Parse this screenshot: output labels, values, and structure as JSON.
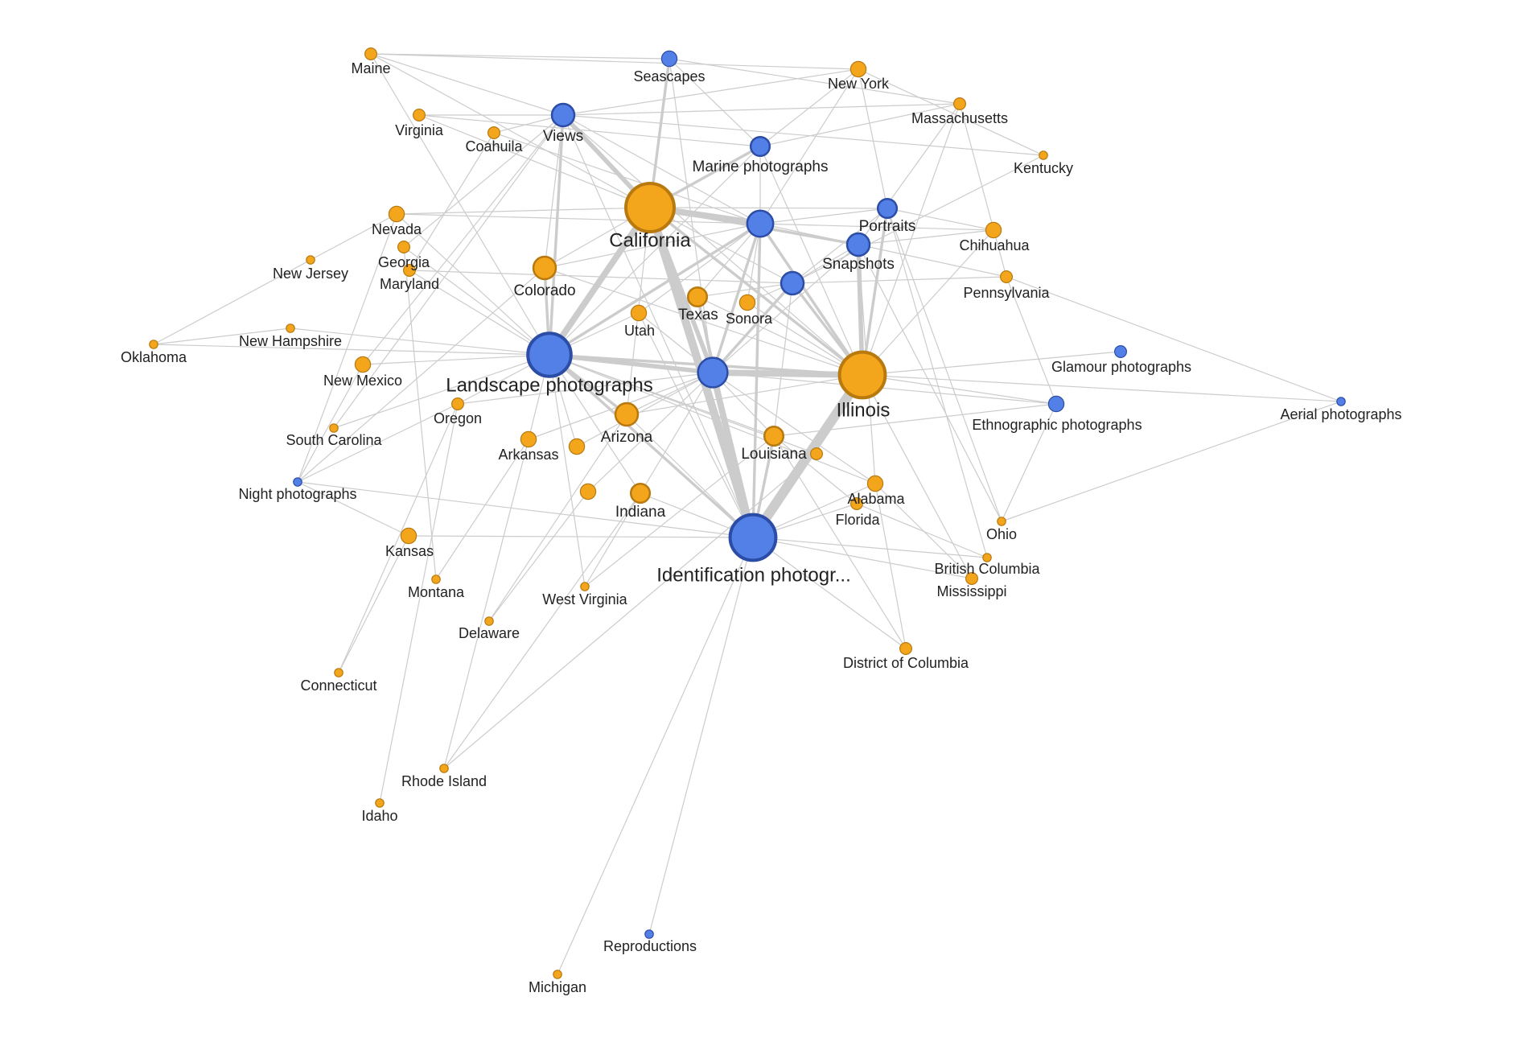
{
  "colors": {
    "place_fill": "#f3a61c",
    "place_stroke": "#b8790f",
    "genre_fill": "#5280e6",
    "genre_stroke": "#2c4da6",
    "edge": "#cccccc",
    "label": "#222222"
  },
  "nodes": [
    {
      "id": "california",
      "label": "California",
      "kind": "place",
      "weight": 10
    },
    {
      "id": "illinois",
      "label": "Illinois",
      "kind": "place",
      "weight": 9
    },
    {
      "id": "identification",
      "label": "Identification photogr...",
      "kind": "genre",
      "weight": 9
    },
    {
      "id": "landscape",
      "label": "Landscape photographs",
      "kind": "genre",
      "weight": 8
    },
    {
      "id": "hub-center",
      "label": "",
      "kind": "genre",
      "weight": 7
    },
    {
      "id": "hub-top",
      "label": "",
      "kind": "genre",
      "weight": 6
    },
    {
      "id": "hub-right",
      "label": "",
      "kind": "genre",
      "weight": 5
    },
    {
      "id": "views",
      "label": "Views",
      "kind": "genre",
      "weight": 5
    },
    {
      "id": "marine",
      "label": "Marine photographs",
      "kind": "genre",
      "weight": 4
    },
    {
      "id": "portraits",
      "label": "Portraits",
      "kind": "genre",
      "weight": 4
    },
    {
      "id": "snapshots",
      "label": "Snapshots",
      "kind": "genre",
      "weight": 5
    },
    {
      "id": "seascapes",
      "label": "Seascapes",
      "kind": "genre",
      "weight": 3
    },
    {
      "id": "glamour",
      "label": "Glamour photographs",
      "kind": "genre",
      "weight": 2
    },
    {
      "id": "ethnographic",
      "label": "Ethnographic photographs",
      "kind": "genre",
      "weight": 3
    },
    {
      "id": "aerial",
      "label": "Aerial photographs",
      "kind": "genre",
      "weight": 1
    },
    {
      "id": "night",
      "label": "Night photographs",
      "kind": "genre",
      "weight": 1
    },
    {
      "id": "reproductions",
      "label": "Reproductions",
      "kind": "genre",
      "weight": 1
    },
    {
      "id": "colorado",
      "label": "Colorado",
      "kind": "place",
      "weight": 5
    },
    {
      "id": "arizona",
      "label": "Arizona",
      "kind": "place",
      "weight": 5
    },
    {
      "id": "louisiana",
      "label": "Louisiana",
      "kind": "place",
      "weight": 4
    },
    {
      "id": "indiana",
      "label": "Indiana",
      "kind": "place",
      "weight": 4
    },
    {
      "id": "texas",
      "label": "Texas",
      "kind": "place",
      "weight": 4
    },
    {
      "id": "utah",
      "label": "Utah",
      "kind": "place",
      "weight": 3
    },
    {
      "id": "sonora",
      "label": "Sonora",
      "kind": "place",
      "weight": 3
    },
    {
      "id": "unlabeled-a",
      "label": "",
      "kind": "place",
      "weight": 3
    },
    {
      "id": "unlabeled-b",
      "label": "",
      "kind": "place",
      "weight": 3
    },
    {
      "id": "unlabeled-c",
      "label": "",
      "kind": "place",
      "weight": 2
    },
    {
      "id": "chihuahua",
      "label": "Chihuahua",
      "kind": "place",
      "weight": 3
    },
    {
      "id": "alabama",
      "label": "Alabama",
      "kind": "place",
      "weight": 3
    },
    {
      "id": "arkansas",
      "label": "Arkansas",
      "kind": "place",
      "weight": 3
    },
    {
      "id": "new-york",
      "label": "New York",
      "kind": "place",
      "weight": 3
    },
    {
      "id": "nevada",
      "label": "Nevada",
      "kind": "place",
      "weight": 3
    },
    {
      "id": "new-mexico",
      "label": "New Mexico",
      "kind": "place",
      "weight": 3
    },
    {
      "id": "kansas",
      "label": "Kansas",
      "kind": "place",
      "weight": 3
    },
    {
      "id": "florida",
      "label": "Florida",
      "kind": "place",
      "weight": 2
    },
    {
      "id": "oregon",
      "label": "Oregon",
      "kind": "place",
      "weight": 2
    },
    {
      "id": "georgia",
      "label": "Georgia",
      "kind": "place",
      "weight": 2
    },
    {
      "id": "maine",
      "label": "Maine",
      "kind": "place",
      "weight": 2
    },
    {
      "id": "virginia",
      "label": "Virginia",
      "kind": "place",
      "weight": 2
    },
    {
      "id": "coahuila",
      "label": "Coahuila",
      "kind": "place",
      "weight": 2
    },
    {
      "id": "massachusetts",
      "label": "Massachusetts",
      "kind": "place",
      "weight": 2
    },
    {
      "id": "pennsylvania",
      "label": "Pennsylvania",
      "kind": "place",
      "weight": 2
    },
    {
      "id": "maryland",
      "label": "Maryland",
      "kind": "place",
      "weight": 2
    },
    {
      "id": "mississippi",
      "label": "Mississippi",
      "kind": "place",
      "weight": 2
    },
    {
      "id": "district-of-columbia",
      "label": "District of Columbia",
      "kind": "place",
      "weight": 2
    },
    {
      "id": "ohio",
      "label": "Ohio",
      "kind": "place",
      "weight": 1
    },
    {
      "id": "kentucky",
      "label": "Kentucky",
      "kind": "place",
      "weight": 1
    },
    {
      "id": "west-virginia",
      "label": "West Virginia",
      "kind": "place",
      "weight": 1
    },
    {
      "id": "oklahoma",
      "label": "Oklahoma",
      "kind": "place",
      "weight": 1
    },
    {
      "id": "new-jersey",
      "label": "New Jersey",
      "kind": "place",
      "weight": 1
    },
    {
      "id": "new-hampshire",
      "label": "New Hampshire",
      "kind": "place",
      "weight": 1
    },
    {
      "id": "south-carolina",
      "label": "South Carolina",
      "kind": "place",
      "weight": 1
    },
    {
      "id": "british-columbia",
      "label": "British Columbia",
      "kind": "place",
      "weight": 1
    },
    {
      "id": "montana",
      "label": "Montana",
      "kind": "place",
      "weight": 1
    },
    {
      "id": "delaware",
      "label": "Delaware",
      "kind": "place",
      "weight": 1
    },
    {
      "id": "connecticut",
      "label": "Connecticut",
      "kind": "place",
      "weight": 1
    },
    {
      "id": "rhode-island",
      "label": "Rhode Island",
      "kind": "place",
      "weight": 1
    },
    {
      "id": "idaho",
      "label": "Idaho",
      "kind": "place",
      "weight": 1
    },
    {
      "id": "michigan",
      "label": "Michigan",
      "kind": "place",
      "weight": 1
    }
  ],
  "edges": [
    [
      "california",
      "identification",
      5
    ],
    [
      "california",
      "landscape",
      4
    ],
    [
      "california",
      "hub-top",
      4
    ],
    [
      "california",
      "hub-center",
      3
    ],
    [
      "california",
      "views",
      3
    ],
    [
      "california",
      "illinois",
      2
    ],
    [
      "california",
      "marine",
      2
    ],
    [
      "california",
      "seascapes",
      2
    ],
    [
      "california",
      "snapshots",
      2
    ],
    [
      "california",
      "portraits",
      1
    ],
    [
      "california",
      "colorado",
      1
    ],
    [
      "california",
      "hub-right",
      1
    ],
    [
      "california",
      "nevada",
      1
    ],
    [
      "california",
      "maine",
      1
    ],
    [
      "california",
      "virginia",
      1
    ],
    [
      "california",
      "arizona",
      1
    ],
    [
      "illinois",
      "identification",
      6
    ],
    [
      "illinois",
      "hub-center",
      4
    ],
    [
      "illinois",
      "landscape",
      2
    ],
    [
      "illinois",
      "hub-top",
      2
    ],
    [
      "illinois",
      "snapshots",
      3
    ],
    [
      "illinois",
      "hub-right",
      2
    ],
    [
      "illinois",
      "portraits",
      2
    ],
    [
      "illinois",
      "marine",
      1
    ],
    [
      "illinois",
      "glamour",
      1
    ],
    [
      "illinois",
      "ethnographic",
      1
    ],
    [
      "illinois",
      "views",
      1
    ],
    [
      "illinois",
      "massachusetts",
      1
    ],
    [
      "identification",
      "hub-center",
      4
    ],
    [
      "identification",
      "landscape",
      2
    ],
    [
      "identification",
      "hub-top",
      2
    ],
    [
      "identification",
      "louisiana",
      2
    ],
    [
      "identification",
      "indiana",
      1
    ],
    [
      "identification",
      "arizona",
      1
    ],
    [
      "identification",
      "texas",
      2
    ],
    [
      "identification",
      "alabama",
      1
    ],
    [
      "identification",
      "florida",
      1
    ],
    [
      "identification",
      "british-columbia",
      1
    ],
    [
      "identification",
      "mississippi",
      1
    ],
    [
      "identification",
      "michigan",
      1
    ],
    [
      "identification",
      "reproductions",
      1
    ],
    [
      "identification",
      "kansas",
      1
    ],
    [
      "identification",
      "night",
      1
    ],
    [
      "identification",
      "district-of-columbia",
      1
    ],
    [
      "identification",
      "views",
      1
    ],
    [
      "landscape",
      "hub-center",
      3
    ],
    [
      "landscape",
      "views",
      2
    ],
    [
      "landscape",
      "colorado",
      2
    ],
    [
      "landscape",
      "arizona",
      2
    ],
    [
      "landscape",
      "hub-top",
      2
    ],
    [
      "landscape",
      "utah",
      1
    ],
    [
      "landscape",
      "oregon",
      1
    ],
    [
      "landscape",
      "new-mexico",
      1
    ],
    [
      "landscape",
      "nevada",
      1
    ],
    [
      "landscape",
      "maine",
      1
    ],
    [
      "landscape",
      "arkansas",
      1
    ],
    [
      "landscape",
      "new-hampshire",
      1
    ],
    [
      "landscape",
      "south-carolina",
      1
    ],
    [
      "landscape",
      "marine",
      1
    ],
    [
      "landscape",
      "georgia",
      1
    ],
    [
      "landscape",
      "maryland",
      1
    ],
    [
      "hub-center",
      "hub-top",
      2
    ],
    [
      "hub-center",
      "hub-right",
      2
    ],
    [
      "hub-center",
      "snapshots",
      1
    ],
    [
      "hub-center",
      "texas",
      1
    ],
    [
      "hub-center",
      "louisiana",
      1
    ],
    [
      "hub-center",
      "arizona",
      1
    ],
    [
      "hub-center",
      "indiana",
      1
    ],
    [
      "hub-center",
      "unlabeled-a",
      1
    ],
    [
      "hub-center",
      "unlabeled-b",
      1
    ],
    [
      "hub-center",
      "alabama",
      1
    ],
    [
      "hub-center",
      "ethnographic",
      1
    ],
    [
      "hub-center",
      "seascapes",
      1
    ],
    [
      "hub-top",
      "views",
      1
    ],
    [
      "hub-top",
      "marine",
      1
    ],
    [
      "hub-top",
      "portraits",
      1
    ],
    [
      "hub-top",
      "snapshots",
      1
    ],
    [
      "hub-top",
      "colorado",
      1
    ],
    [
      "hub-top",
      "new-york",
      1
    ],
    [
      "hub-top",
      "texas",
      1
    ],
    [
      "hub-top",
      "sonora",
      1
    ],
    [
      "hub-top",
      "utah",
      1
    ],
    [
      "hub-top",
      "chihuahua",
      1
    ],
    [
      "hub-right",
      "snapshots",
      1
    ],
    [
      "hub-right",
      "portraits",
      1
    ],
    [
      "hub-right",
      "texas",
      1
    ],
    [
      "hub-right",
      "sonora",
      1
    ],
    [
      "hub-right",
      "louisiana",
      1
    ],
    [
      "hub-right",
      "pennsylvania",
      1
    ],
    [
      "hub-right",
      "kentucky",
      1
    ],
    [
      "views",
      "maine",
      1
    ],
    [
      "views",
      "virginia",
      1
    ],
    [
      "views",
      "coahuila",
      1
    ],
    [
      "views",
      "new-york",
      1
    ],
    [
      "views",
      "massachusetts",
      1
    ],
    [
      "views",
      "colorado",
      1
    ],
    [
      "views",
      "kentucky",
      1
    ],
    [
      "marine",
      "new-york",
      1
    ],
    [
      "marine",
      "massachusetts",
      1
    ],
    [
      "marine",
      "seascapes",
      1
    ],
    [
      "portraits",
      "chihuahua",
      1
    ],
    [
      "portraits",
      "ohio",
      1
    ],
    [
      "portraits",
      "new-york",
      1
    ],
    [
      "snapshots",
      "pennsylvania",
      1
    ],
    [
      "snapshots",
      "chihuahua",
      1
    ],
    [
      "snapshots",
      "massachusetts",
      1
    ],
    [
      "snapshots",
      "alabama",
      1
    ],
    [
      "ethnographic",
      "ohio",
      1
    ],
    [
      "ethnographic",
      "pennsylvania",
      1
    ],
    [
      "ethnographic",
      "louisiana",
      1
    ],
    [
      "aerial",
      "ohio",
      1
    ],
    [
      "aerial",
      "pennsylvania",
      1
    ],
    [
      "aerial",
      "illinois",
      1
    ],
    [
      "night",
      "nevada",
      1
    ],
    [
      "night",
      "new-mexico",
      1
    ],
    [
      "night",
      "oregon",
      1
    ],
    [
      "night",
      "colorado",
      1
    ],
    [
      "oklahoma",
      "new-jersey",
      1
    ],
    [
      "oklahoma",
      "new-hampshire",
      1
    ],
    [
      "oklahoma",
      "landscape",
      1
    ],
    [
      "new-jersey",
      "nevada",
      1
    ],
    [
      "connecticut",
      "kansas",
      1
    ],
    [
      "connecticut",
      "oregon",
      1
    ],
    [
      "rhode-island",
      "arkansas",
      1
    ],
    [
      "rhode-island",
      "indiana",
      1
    ],
    [
      "rhode-island",
      "unlabeled-c",
      1
    ],
    [
      "idaho",
      "oregon",
      1
    ],
    [
      "delaware",
      "arizona",
      1
    ],
    [
      "delaware",
      "unlabeled-a",
      1
    ],
    [
      "montana",
      "georgia",
      1
    ],
    [
      "montana",
      "arkansas",
      1
    ],
    [
      "west-virginia",
      "indiana",
      1
    ],
    [
      "west-virginia",
      "louisiana",
      1
    ],
    [
      "west-virginia",
      "landscape",
      1
    ],
    [
      "district-of-columbia",
      "louisiana",
      1
    ],
    [
      "district-of-columbia",
      "alabama",
      1
    ],
    [
      "mississippi",
      "alabama",
      1
    ],
    [
      "mississippi",
      "illinois",
      1
    ],
    [
      "british-columbia",
      "florida",
      1
    ],
    [
      "british-columbia",
      "portraits",
      1
    ],
    [
      "florida",
      "louisiana",
      1
    ],
    [
      "ohio",
      "snapshots",
      1
    ],
    [
      "kansas",
      "night",
      1
    ],
    [
      "south-carolina",
      "views",
      1
    ],
    [
      "georgia",
      "views",
      1
    ],
    [
      "maryland",
      "coahuila",
      1
    ],
    [
      "maryland",
      "hub-right",
      1
    ],
    [
      "new-mexico",
      "views",
      1
    ],
    [
      "nevada",
      "hub-top",
      1
    ],
    [
      "coahuila",
      "hub-top",
      1
    ],
    [
      "virginia",
      "marine",
      1
    ],
    [
      "maine",
      "seascapes",
      1
    ],
    [
      "maine",
      "new-york",
      1
    ],
    [
      "massachusetts",
      "seascapes",
      1
    ],
    [
      "massachusetts",
      "pennsylvania",
      1
    ],
    [
      "kentucky",
      "new-york",
      1
    ],
    [
      "chihuahua",
      "illinois",
      1
    ],
    [
      "sonora",
      "illinois",
      1
    ],
    [
      "texas",
      "illinois",
      1
    ],
    [
      "utah",
      "identification",
      1
    ],
    [
      "colorado",
      "illinois",
      1
    ],
    [
      "arizona",
      "illinois",
      1
    ],
    [
      "arkansas",
      "hub-center",
      1
    ],
    [
      "unlabeled-b",
      "landscape",
      1
    ],
    [
      "unlabeled-c",
      "landscape",
      1
    ],
    [
      "indiana",
      "landscape",
      1
    ],
    [
      "louisiana",
      "landscape",
      1
    ],
    [
      "alabama",
      "landscape",
      1
    ],
    [
      "oregon",
      "hub-center",
      1
    ],
    [
      "utah",
      "hub-center",
      1
    ]
  ]
}
